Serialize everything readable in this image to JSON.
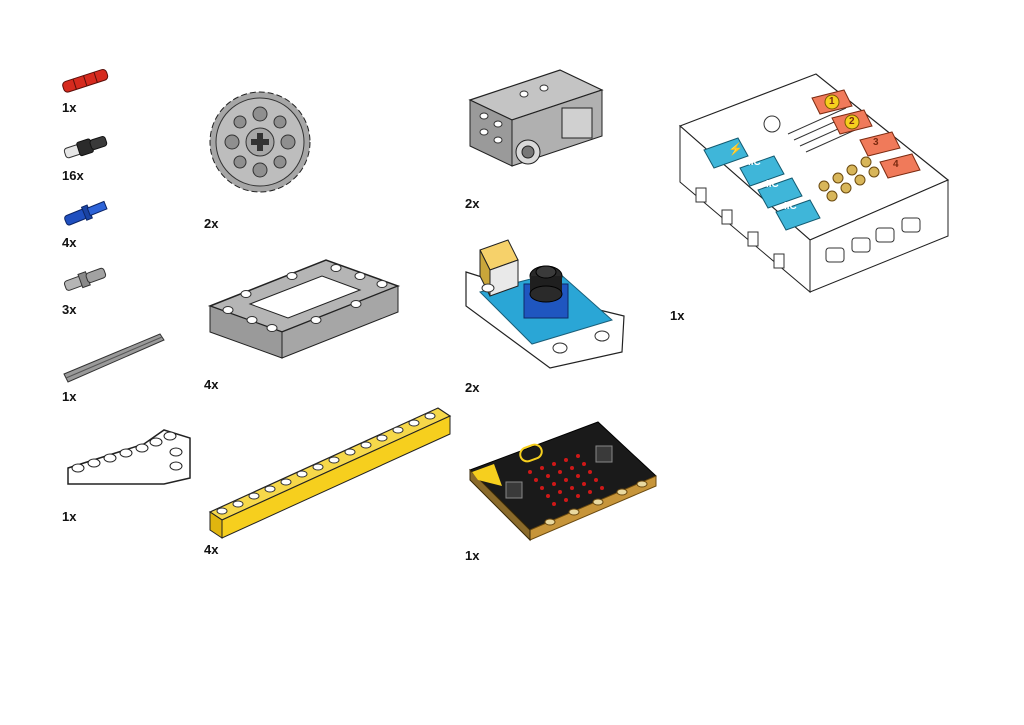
{
  "parts": [
    {
      "name": "red-connector-pin",
      "quantity": "1x",
      "color": "#d62a1e"
    },
    {
      "name": "black-pin",
      "quantity": "16x",
      "color": "#2b2b2b"
    },
    {
      "name": "blue-axle-pin",
      "quantity": "4x",
      "color": "#1f4fbf"
    },
    {
      "name": "gray-pin",
      "quantity": "3x",
      "color": "#8a8a8a"
    },
    {
      "name": "gray-axle",
      "quantity": "1x",
      "color": "#9a9a9a"
    },
    {
      "name": "white-l-beam",
      "quantity": "1x",
      "color": "#ffffff"
    },
    {
      "name": "gray-gear",
      "quantity": "2x",
      "color": "#a6a6a6"
    },
    {
      "name": "gray-frame",
      "quantity": "4x",
      "color": "#a6a6a6"
    },
    {
      "name": "yellow-beam",
      "quantity": "4x",
      "color": "#f6cf1e"
    },
    {
      "name": "gray-motor",
      "quantity": "2x",
      "color": "#a6a6a6"
    },
    {
      "name": "potentiometer-module",
      "quantity": "2x",
      "color": "#2aa6d6"
    },
    {
      "name": "microbit-board",
      "quantity": "1x",
      "color": "#1a1a1a"
    },
    {
      "name": "expansion-board",
      "quantity": "1x",
      "color": "#ffffff"
    }
  ],
  "expansion_board": {
    "port_numbers": [
      "1",
      "2",
      "3",
      "4"
    ],
    "port_labels": [
      "IIC",
      "IIC",
      "IIC"
    ],
    "accent_blue": "#3fb6d9",
    "accent_orange": "#f07a5a"
  }
}
